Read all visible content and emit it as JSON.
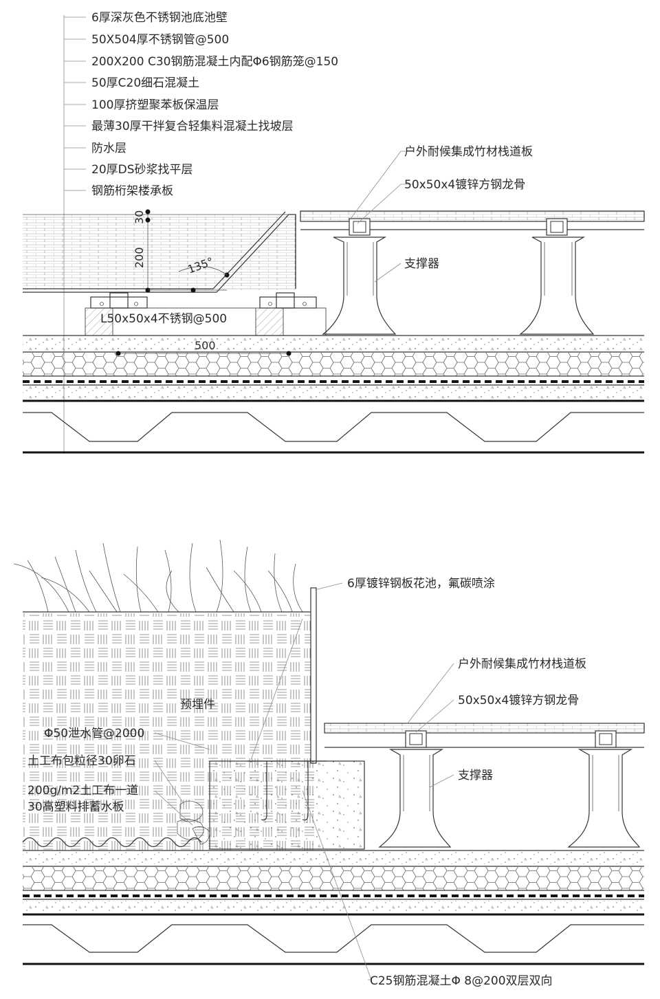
{
  "top_detail": {
    "layer_labels": [
      "6厚深灰色不锈钢池底池壁",
      "50X504厚不锈钢管@500",
      "200X200 C30钢筋混凝土内配Φ6钢筋笼@150",
      "50厚C20细石混凝土",
      "100厚挤塑聚苯板保温层",
      "最薄30厚干拌复合轻集料混凝土找坡层",
      "防水层",
      "20厚DS砂浆找平层",
      "钢筋桁架楼承板"
    ],
    "deck_board": "户外耐候集成竹材栈道板",
    "steel_joist": "50x50x4镀锌方钢龙骨",
    "pedestal": "支撑器",
    "angle_steel": "L50x50x4不锈钢@500",
    "dim_30": "30",
    "dim_200": "200",
    "dim_angle": "135°",
    "dim_500": "500"
  },
  "bottom_detail": {
    "planter": "6厚镀锌钢板花池，氟碳喷涂",
    "deck_board": "户外耐候集成竹材栈道板",
    "steel_joist": "50x50x4镀锌方钢龙骨",
    "embedded": "预埋件",
    "drain_pipe": "Φ50泄水管@2000",
    "gravel": "土工布包粒径30卵石",
    "geotextile_line1": "200g/m2土工布一道",
    "geotextile_line2": "30高塑料排蓄水板",
    "pedestal": "支撑器",
    "concrete": "C25钢筋混凝土Φ 8@200双层双向"
  }
}
